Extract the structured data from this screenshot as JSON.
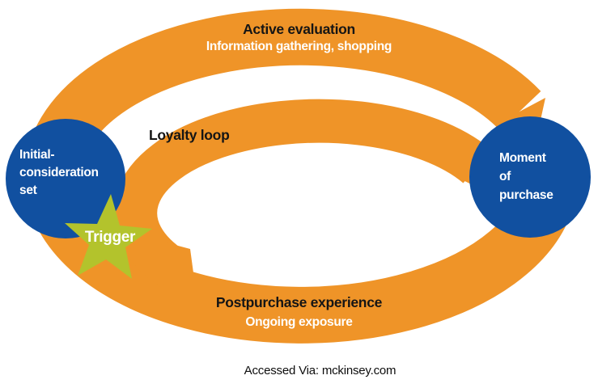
{
  "colors": {
    "orange": "#EF9428",
    "blue": "#1150A0",
    "green": "#B3C32C",
    "text_dark": "#151515",
    "text_light": "#FFFFFF",
    "background": "#FFFFFF"
  },
  "diagram": {
    "top_stage": {
      "title": "Active evaluation",
      "subtitle": "Information gathering, shopping"
    },
    "bottom_stage": {
      "title": "Postpurchase experience",
      "subtitle": "Ongoing exposure"
    },
    "loop_label": "Loyalty loop",
    "left_node": {
      "lines": [
        "Initial-",
        "consideration",
        "set"
      ]
    },
    "right_node": {
      "lines": [
        "Moment",
        "of",
        "purchase"
      ]
    },
    "trigger_label": "Trigger"
  },
  "footer": {
    "caption": "Accessed Via: mckinsey.com"
  }
}
